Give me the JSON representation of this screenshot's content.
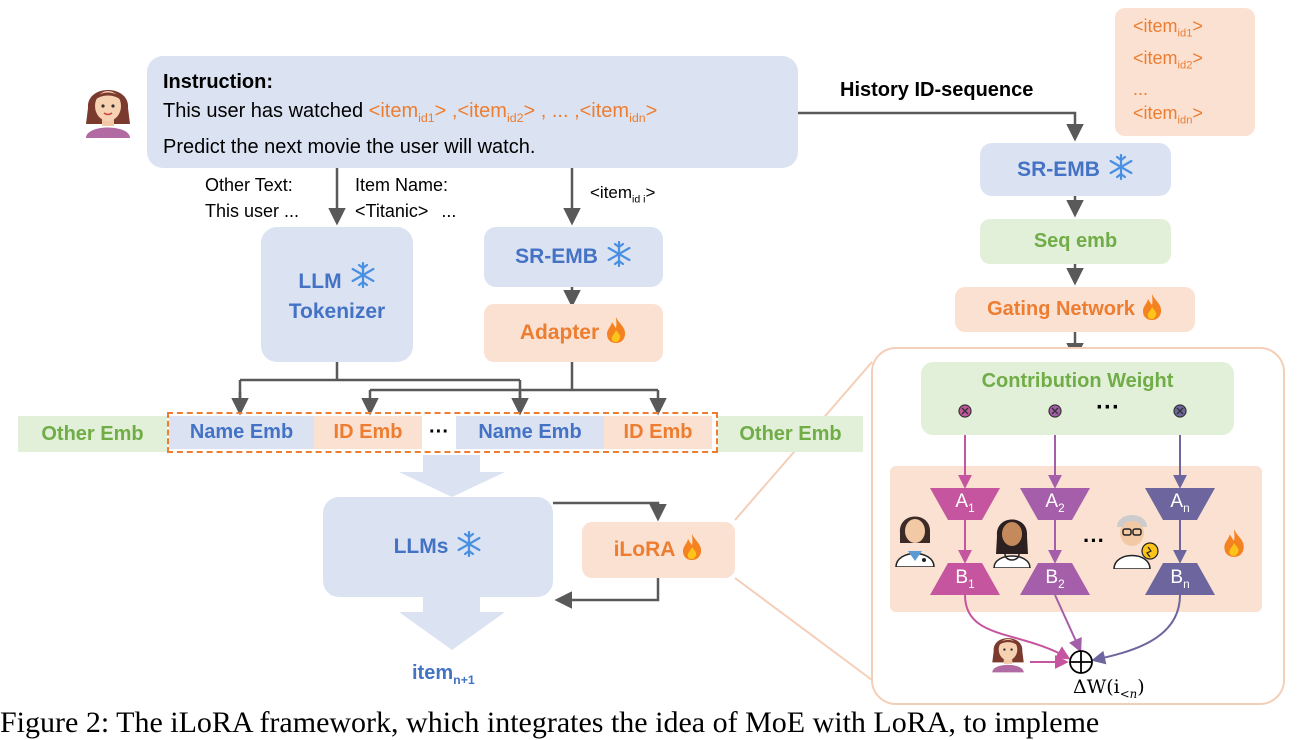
{
  "instruction": {
    "heading": "Instruction:",
    "line1_prefix": "This user has watched ",
    "line1_items": [
      "<item",
      "id1",
      ">",
      " ,<item",
      "id2",
      ">",
      " , ... ,<item",
      "idn",
      ">"
    ],
    "line2": "Predict the next movie the user will watch."
  },
  "history_label": "History ID-sequence",
  "history_list": [
    {
      "base": "<item",
      "sub": "id1",
      "end": ">"
    },
    {
      "base": "<item",
      "sub": "id2",
      "end": ">"
    },
    {
      "base": "...",
      "sub": "",
      "end": ""
    },
    {
      "base": "<item",
      "sub": "idn",
      "end": ">"
    }
  ],
  "other_text": {
    "label": "Other Text:",
    "value": "This user",
    "dots": "..."
  },
  "item_name": {
    "label": "Item Name:",
    "value": "<Titanic>",
    "dots": "..."
  },
  "item_id": {
    "base": "<item",
    "sub": "id i",
    "end": ">"
  },
  "llm_tokenizer": {
    "line1": "LLM",
    "line2": "Tokenizer"
  },
  "sr_emb_left": "SR-EMB",
  "adapter": "Adapter",
  "sr_emb_right": "SR-EMB",
  "seq_emb": "Seq emb",
  "gating_network": "Gating Network",
  "contribution_weight": "Contribution Weight",
  "emb_row": {
    "other_emb_left": "Other Emb",
    "name_emb_1": "Name Emb",
    "id_emb_1": "ID Emb",
    "dots": "···",
    "name_emb_2": "Name Emb",
    "id_emb_2": "ID Emb",
    "other_emb_right": "Other Emb"
  },
  "llms": "LLMs",
  "ilora": "iLoRA",
  "output": {
    "base": "item",
    "sub": "n+1"
  },
  "experts": {
    "a": [
      {
        "base": "A",
        "sub": "1"
      },
      {
        "base": "A",
        "sub": "2"
      },
      {
        "base": "A",
        "sub": "n"
      }
    ],
    "b": [
      {
        "base": "B",
        "sub": "1"
      },
      {
        "base": "B",
        "sub": "2"
      },
      {
        "base": "B",
        "sub": "n"
      }
    ],
    "dots": "···"
  },
  "weight_dots": "···",
  "delta_w": "ΔW(i",
  "delta_w_sub": "<n",
  "delta_w_end": ")",
  "caption": "Figure 2: The iLoRA framework, which integrates the idea of MoE with LoRA, to impleme",
  "colors": {
    "blue": "#4472c4",
    "orange": "#ed7d31",
    "green": "#70ad47",
    "expert1": "#c5559e",
    "expert2": "#a55ea9",
    "expertn": "#6c659e"
  },
  "icons": [
    "user-avatar-icon",
    "snowflake-icon",
    "flame-icon",
    "doctor-icon",
    "scientist-icon",
    "multiply-circle-icon",
    "plus-circle-icon"
  ]
}
